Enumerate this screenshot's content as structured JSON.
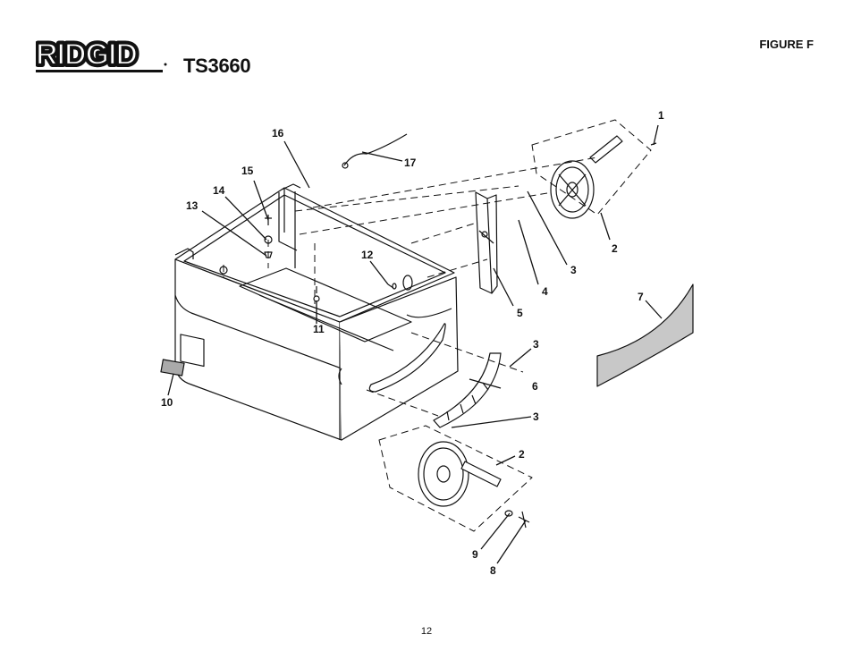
{
  "header": {
    "brand": "RIDGID",
    "model": "TS3660",
    "figure_label": "FIGURE F"
  },
  "callouts": [
    "1",
    "2",
    "3",
    "4",
    "5",
    "2",
    "3",
    "6",
    "3",
    "7",
    "8",
    "9",
    "10",
    "11",
    "12",
    "13",
    "14",
    "15",
    "16",
    "17"
  ],
  "footer": {
    "page_number": "12"
  },
  "colors": {
    "ink": "#111111",
    "panel_gray": "#c8c8c8"
  }
}
